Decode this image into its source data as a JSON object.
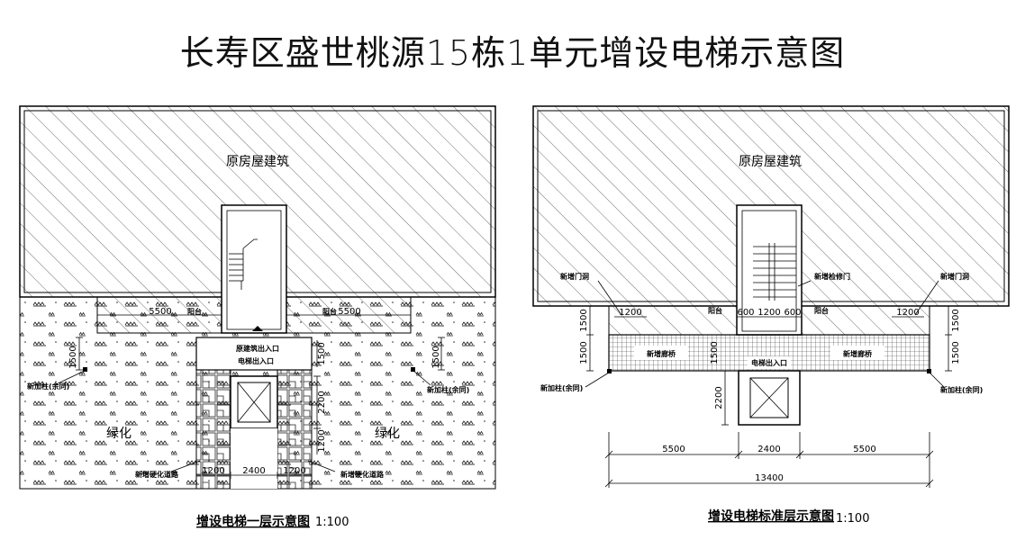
{
  "title": "长寿区盛世桃源15栋1单元增设电梯示意图",
  "left": {
    "building": "原房屋建筑",
    "balcony": "阳台",
    "entrance1": "原建筑出入口",
    "entrance2": "电梯出入口",
    "green": "绿化",
    "new_col": "新加柱(余同)",
    "new_pave": "新增硬化道路",
    "dims": {
      "d5500": "5500",
      "d1500": "1500",
      "d2200": "2200",
      "d1200": "1200",
      "d2400": "2400"
    },
    "caption": "增设电梯一层示意图",
    "scale": "1:100"
  },
  "right": {
    "building": "原房屋建筑",
    "balcony": "阳台",
    "new_door": "新增门洞",
    "new_repair_door": "新增检修门",
    "new_corridor": "新增廊桥",
    "elev_entrance": "电梯出入口",
    "new_col": "新加柱(余同)",
    "dims": {
      "d1500": "1500",
      "d1200": "1200",
      "d600": "600",
      "d2200": "2200",
      "d5500": "5500",
      "d2400": "2400",
      "d13400": "13400"
    },
    "caption": "增设电梯标准层示意图",
    "scale": "1:100"
  }
}
